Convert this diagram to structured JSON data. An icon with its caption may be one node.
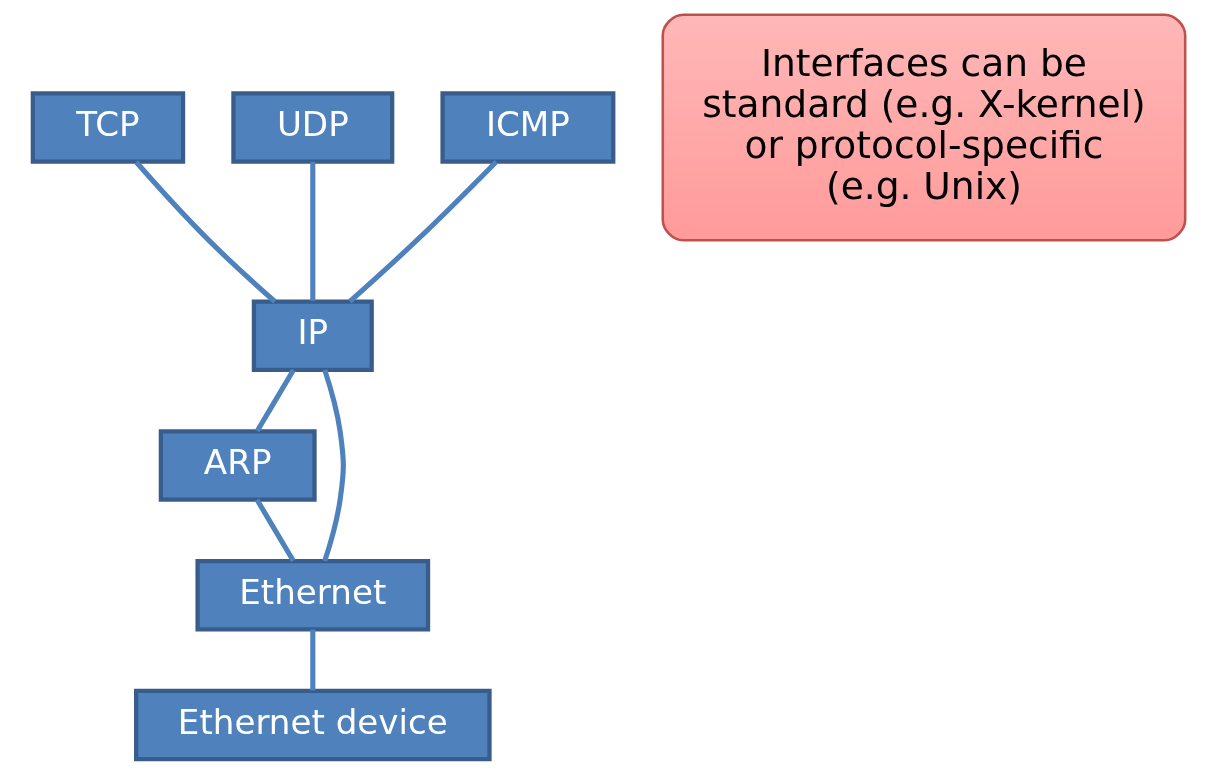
{
  "diagram": {
    "nodes": [
      {
        "text": [
          "TCP"
        ]
      },
      {
        "text": [
          "UDP"
        ]
      },
      {
        "text": [
          "ICMP"
        ]
      },
      {
        "text": [
          "Interfaces can be standard (e.g. X-kernel) or protocol-specific (e.g. Unix)"
        ]
      },
      {
        "text": [
          "IP"
        ]
      },
      {
        "text": [
          "ARP"
        ]
      },
      {
        "text": [
          "Ethernet"
        ]
      },
      {
        "text": [
          "Ethernet device"
        ]
      }
    ],
    "edges": [
      {
        "from": 0,
        "to": 4,
        "arrow": "none"
      },
      {
        "from": 1,
        "to": 4,
        "arrow": "none"
      },
      {
        "from": 2,
        "to": 4,
        "arrow": "none"
      },
      {
        "from": 4,
        "to": 5,
        "arrow": "none"
      },
      {
        "from": 4,
        "to": 6,
        "arrow": "none"
      },
      {
        "from": 5,
        "to": 6,
        "arrow": "none"
      },
      {
        "from": 6,
        "to": 7,
        "arrow": "none"
      }
    ]
  }
}
